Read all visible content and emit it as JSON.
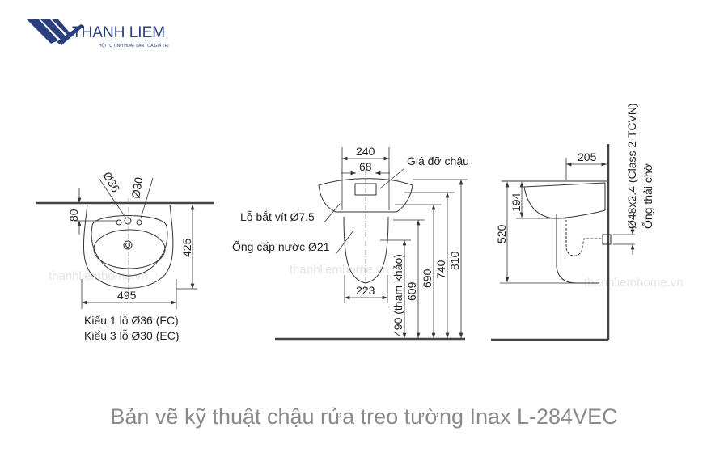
{
  "logo": {
    "brand": "THANH LIEM",
    "tagline": "HỘI TỤ TINH HOA - LAN TỎA GIÁ TRỊ",
    "color": "#2a3f7e"
  },
  "watermark": "thanhliemhome.vn",
  "front_view": {
    "hole_labels": [
      "Ø36",
      "Ø30"
    ],
    "dims": {
      "depth": "80",
      "height": "425",
      "width": "495"
    },
    "notes": [
      "Kiểu 1 lỗ Ø36 (FC)",
      "Kiểu 3 lỗ Ø30 (EC)"
    ]
  },
  "rear_view": {
    "dims": {
      "bracket_width": "240",
      "bracket_inner": "68",
      "pedestal_width": "223",
      "h490": "490 (tham khảo)",
      "h609": "609",
      "h690": "690",
      "h740": "740",
      "h810": "810"
    },
    "labels": {
      "bracket": "Giá đỡ chậu",
      "screw_hole": "Lỗ bắt vít Ø7.5",
      "water_supply": "Ống cấp nước Ø21"
    }
  },
  "side_view": {
    "dims": {
      "projection": "205",
      "bowl_depth": "194",
      "height": "520"
    },
    "labels": {
      "pipe_spec": "Ø48x2.4 (Class 2-TCVN)",
      "drain": "Ống thải chờ"
    }
  },
  "caption": "Bản vẽ kỹ thuật chậu rửa treo tường Inax L-284VEC"
}
